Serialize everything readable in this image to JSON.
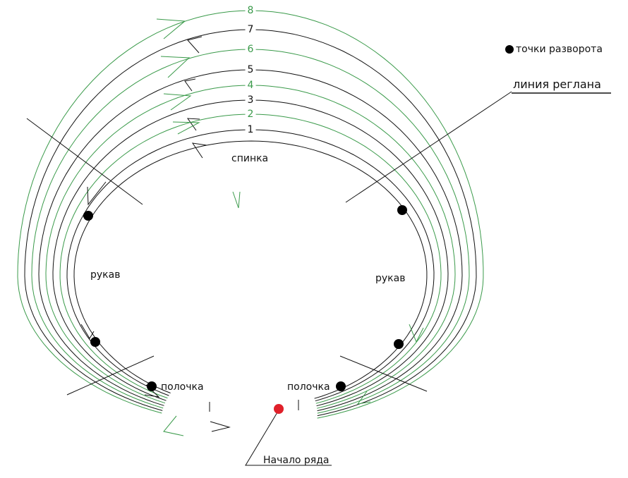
{
  "rows": [
    {
      "label": "1",
      "color": "#111111"
    },
    {
      "label": "2",
      "color": "#3a9a4a"
    },
    {
      "label": "3",
      "color": "#111111"
    },
    {
      "label": "4",
      "color": "#3a9a4a"
    },
    {
      "label": "5",
      "color": "#111111"
    },
    {
      "label": "6",
      "color": "#3a9a4a"
    },
    {
      "label": "7",
      "color": "#111111"
    },
    {
      "label": "8",
      "color": "#3a9a4a"
    }
  ],
  "labels": {
    "back": "спинка",
    "sleeve_left": "рукав",
    "sleeve_right": "рукав",
    "front_left": "полочка",
    "front_right": "полочка",
    "row_start": "Начало ряда",
    "raglan_line": "линия реглана",
    "legend_turn_points": "точки разворота"
  },
  "colors": {
    "black": "#111111",
    "green": "#3a9a4a",
    "start_dot": "#e0202a"
  }
}
